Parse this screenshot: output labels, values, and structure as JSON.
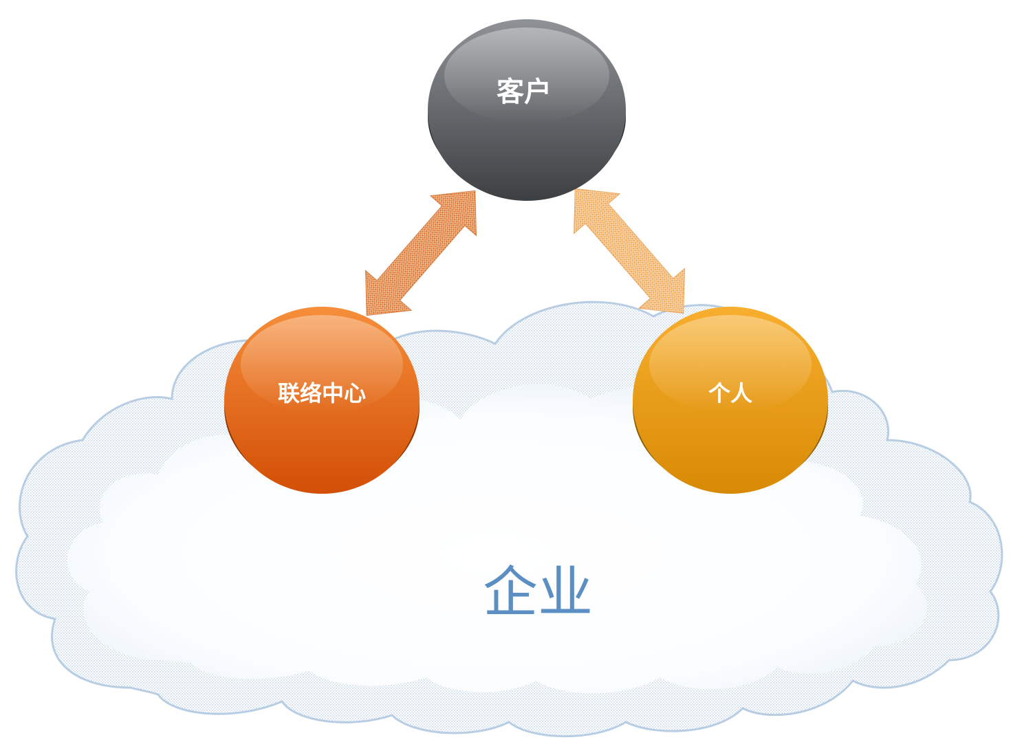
{
  "nodes": {
    "customer": {
      "label": "客户",
      "color_top": "#8a8d90",
      "color_bottom": "#3a3d40",
      "edge": "#26282a"
    },
    "contact_center": {
      "label": "联络中心",
      "color_top": "#f7913a",
      "color_bottom": "#d35208",
      "edge": "#8e3505"
    },
    "individual": {
      "label": "个人",
      "color_top": "#f9b433",
      "color_bottom": "#d98c05",
      "edge": "#8a5b04"
    }
  },
  "cloud": {
    "label": "企业",
    "fill": "#eef4fa",
    "border": "#c3d5e8"
  },
  "arrows": {
    "left_color": "#dd7a35",
    "right_color": "#f0ad60"
  }
}
